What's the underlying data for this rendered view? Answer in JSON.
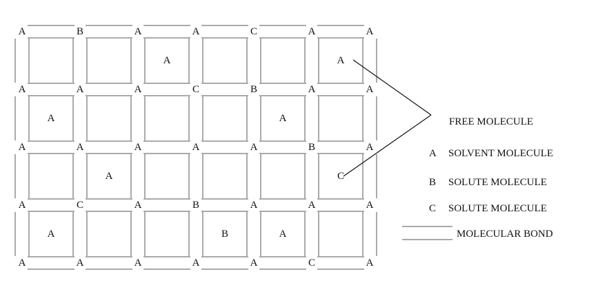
{
  "lattice": {
    "node_rows": [
      [
        "A",
        "B",
        "A",
        "A",
        "C",
        "A",
        "A"
      ],
      [
        "A",
        "A",
        "A",
        "C",
        "B",
        "A",
        "A"
      ],
      [
        "A",
        "A",
        "A",
        "A",
        "A",
        "B",
        "A"
      ],
      [
        "A",
        "C",
        "A",
        "B",
        "A",
        "A",
        "A"
      ],
      [
        "A",
        "A",
        "A",
        "A",
        "A",
        "C",
        "A"
      ]
    ],
    "cell_rows": [
      [
        "",
        "",
        "A",
        "",
        "",
        "A"
      ],
      [
        "A",
        "",
        "",
        "",
        "A",
        ""
      ],
      [
        "",
        "A",
        "",
        "",
        "",
        "C"
      ],
      [
        "A",
        "",
        "",
        "B",
        "A",
        ""
      ]
    ]
  },
  "legend": {
    "free_molecule": "FREE MOLECULE",
    "entries": [
      {
        "key": "A",
        "text": "SOLVENT MOLECULE"
      },
      {
        "key": "B",
        "text": "SOLUTE MOLECULE"
      },
      {
        "key": "C",
        "text": "SOLUTE MOLECULE"
      }
    ],
    "bond": "MOLECULAR BOND"
  }
}
